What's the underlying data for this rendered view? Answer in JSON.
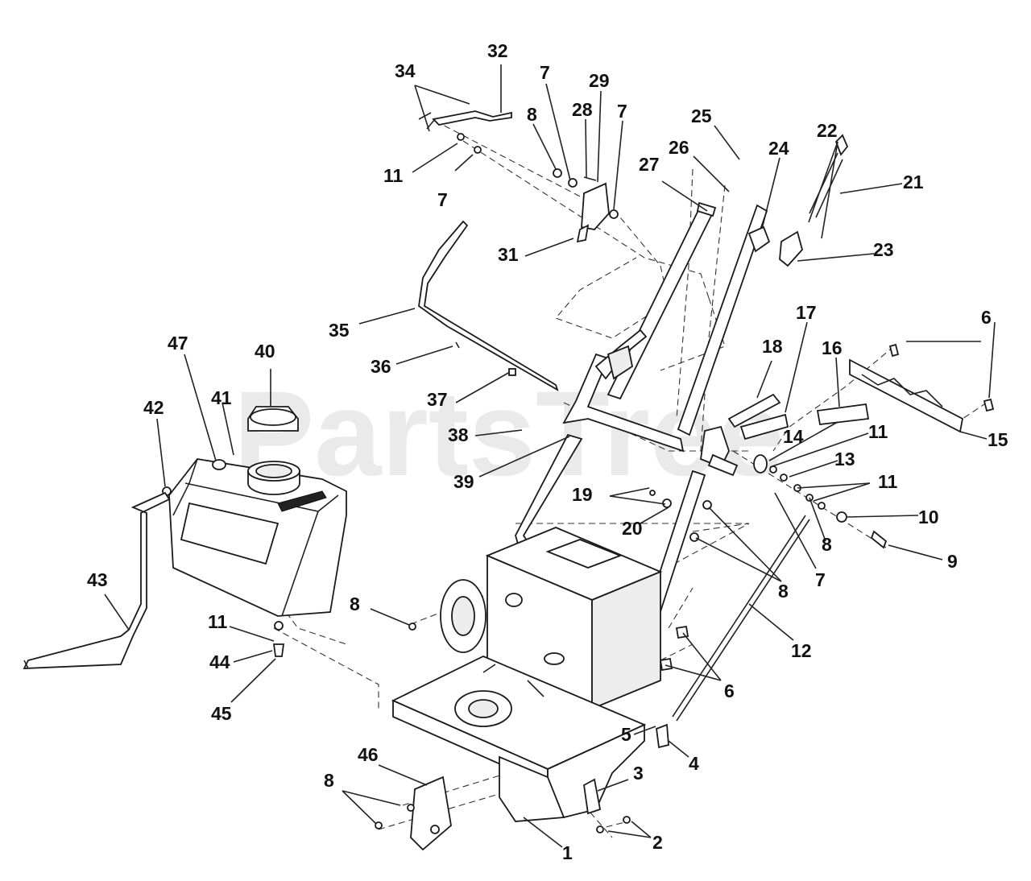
{
  "watermark": "PartsTree",
  "callouts": [
    {
      "id": "c32a",
      "text": "32"
    },
    {
      "id": "c34",
      "text": "34"
    },
    {
      "id": "c7a",
      "text": "7"
    },
    {
      "id": "c29",
      "text": "29"
    },
    {
      "id": "c8a",
      "text": "8"
    },
    {
      "id": "c28",
      "text": "28"
    },
    {
      "id": "c7b",
      "text": "7"
    },
    {
      "id": "c25",
      "text": "25"
    },
    {
      "id": "c22",
      "text": "22"
    },
    {
      "id": "c26",
      "text": "26"
    },
    {
      "id": "c24",
      "text": "24"
    },
    {
      "id": "c11a",
      "text": "11"
    },
    {
      "id": "c27",
      "text": "27"
    },
    {
      "id": "c21",
      "text": "21"
    },
    {
      "id": "c7c",
      "text": "7"
    },
    {
      "id": "c31",
      "text": "31"
    },
    {
      "id": "c23",
      "text": "23"
    },
    {
      "id": "c35",
      "text": "35"
    },
    {
      "id": "c17",
      "text": "17"
    },
    {
      "id": "c6a",
      "text": "6"
    },
    {
      "id": "c47",
      "text": "47"
    },
    {
      "id": "c18",
      "text": "18"
    },
    {
      "id": "c16",
      "text": "16"
    },
    {
      "id": "c40",
      "text": "40"
    },
    {
      "id": "c36",
      "text": "36"
    },
    {
      "id": "c41",
      "text": "41"
    },
    {
      "id": "c42",
      "text": "42"
    },
    {
      "id": "c37",
      "text": "37"
    },
    {
      "id": "c11b",
      "text": "11"
    },
    {
      "id": "c38",
      "text": "38"
    },
    {
      "id": "c14",
      "text": "14"
    },
    {
      "id": "c15",
      "text": "15"
    },
    {
      "id": "c13",
      "text": "13"
    },
    {
      "id": "c39",
      "text": "39"
    },
    {
      "id": "c11c",
      "text": "11"
    },
    {
      "id": "c19",
      "text": "19"
    },
    {
      "id": "c10",
      "text": "10"
    },
    {
      "id": "c20",
      "text": "20"
    },
    {
      "id": "c8b",
      "text": "8"
    },
    {
      "id": "c9",
      "text": "9"
    },
    {
      "id": "c43",
      "text": "43"
    },
    {
      "id": "c7d",
      "text": "7"
    },
    {
      "id": "c8c",
      "text": "8"
    },
    {
      "id": "c8d",
      "text": "8"
    },
    {
      "id": "c11d",
      "text": "11"
    },
    {
      "id": "c12",
      "text": "12"
    },
    {
      "id": "c44",
      "text": "44"
    },
    {
      "id": "c6b",
      "text": "6"
    },
    {
      "id": "c45",
      "text": "45"
    },
    {
      "id": "c5",
      "text": "5"
    },
    {
      "id": "c46",
      "text": "46"
    },
    {
      "id": "c4",
      "text": "4"
    },
    {
      "id": "c3",
      "text": "3"
    },
    {
      "id": "c8e",
      "text": "8"
    },
    {
      "id": "c2",
      "text": "2"
    },
    {
      "id": "c1",
      "text": "1"
    }
  ]
}
